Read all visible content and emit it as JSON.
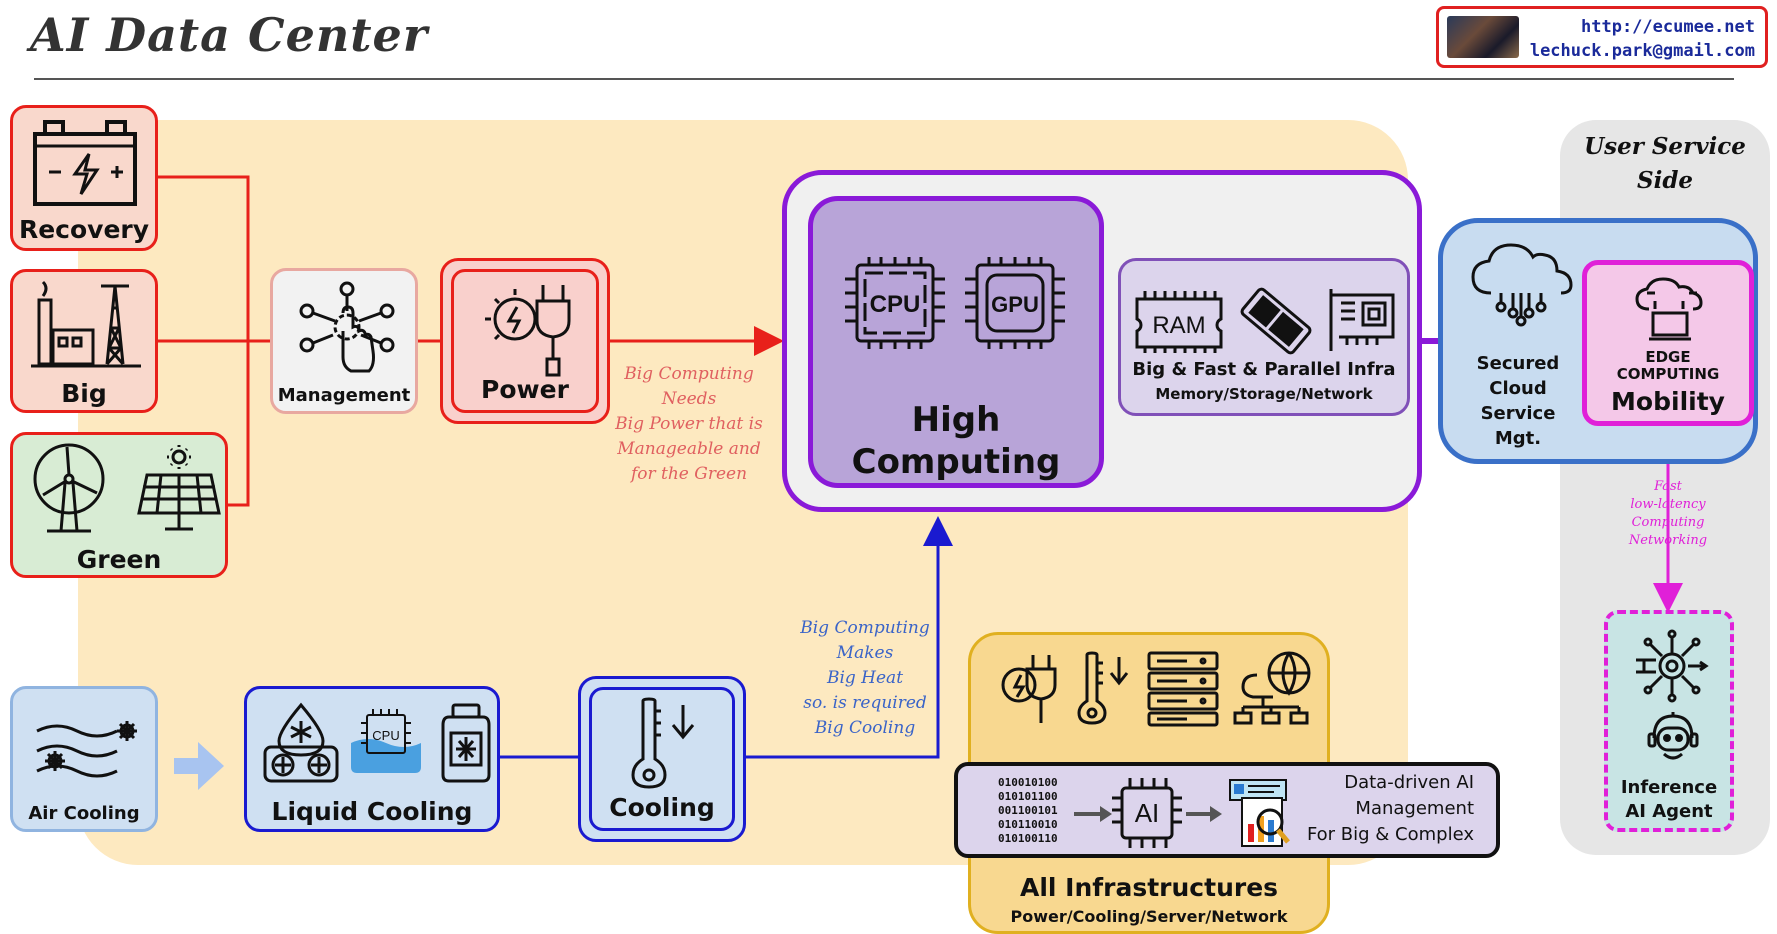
{
  "title": "AI Data Center",
  "contact": {
    "url": "http://ecumee.net",
    "email": "lechuck.park@gmail.com"
  },
  "sources": {
    "recovery": "Recovery",
    "big": "Big",
    "green": "Green"
  },
  "management": "Management",
  "power": "Power",
  "power_note": [
    "Big Computing",
    "Needs",
    "Big Power that is",
    "Manageable and",
    "for the Green"
  ],
  "high_computing": {
    "cpu": "CPU",
    "gpu": "GPU",
    "title_line1": "High",
    "title_line2": "Computing"
  },
  "infra_box": {
    "ram": "RAM",
    "title": "Big & Fast & Parallel Infra",
    "subtitle": "Memory/Storage/Network"
  },
  "cloud": [
    "Secured",
    "Cloud",
    "Service",
    "Mgt."
  ],
  "edge": {
    "line1": "EDGE",
    "line2": "COMPUTING",
    "mobility": "Mobility"
  },
  "user_side": [
    "User Service",
    "Side"
  ],
  "latency_note": [
    "Fast",
    "low-latency",
    "Computing",
    "Networking"
  ],
  "inference": [
    "Inference",
    "AI Agent"
  ],
  "air_cooling": "Air Cooling",
  "liquid_cooling": "Liquid Cooling",
  "liquid_cpu": "CPU",
  "cooling": "Cooling",
  "cooling_note": [
    "Big Computing",
    "Makes",
    "Big Heat",
    "so. is required",
    "Big Cooling"
  ],
  "ai_mgmt": {
    "ai": "AI",
    "lines": [
      "Data-driven AI",
      "Management",
      "For Big & Complex"
    ]
  },
  "all_infra": {
    "title": "All Infrastructures",
    "subtitle": "Power/Cooling/Server/Network"
  },
  "colors": {
    "power_red": "#e8201a",
    "cooling_blue": "#1a1ad0",
    "computing_purple": "#8a1ad8",
    "edge_magenta": "#e020d8",
    "infra_gold": "#e0b020"
  }
}
